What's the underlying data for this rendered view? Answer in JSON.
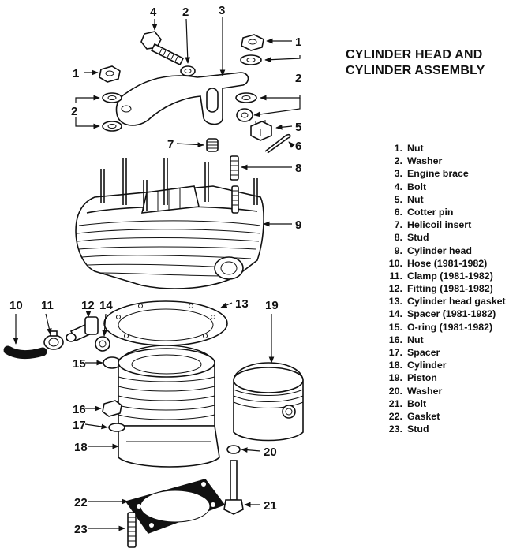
{
  "title": {
    "line1": "CYLINDER HEAD AND",
    "line2": "CYLINDER ASSEMBLY"
  },
  "legend": [
    {
      "num": "1.",
      "label": "Nut"
    },
    {
      "num": "2.",
      "label": "Washer"
    },
    {
      "num": "3.",
      "label": "Engine brace"
    },
    {
      "num": "4.",
      "label": "Bolt"
    },
    {
      "num": "5.",
      "label": "Nut"
    },
    {
      "num": "6.",
      "label": "Cotter pin"
    },
    {
      "num": "7.",
      "label": "Helicoil insert"
    },
    {
      "num": "8.",
      "label": "Stud"
    },
    {
      "num": "9.",
      "label": "Cylinder head"
    },
    {
      "num": "10.",
      "label": "Hose (1981-1982)"
    },
    {
      "num": "11.",
      "label": "Clamp (1981-1982)"
    },
    {
      "num": "12.",
      "label": "Fitting (1981-1982)"
    },
    {
      "num": "13.",
      "label": "Cylinder head gasket"
    },
    {
      "num": "14.",
      "label": "Spacer (1981-1982)"
    },
    {
      "num": "15.",
      "label": "O-ring (1981-1982)"
    },
    {
      "num": "16.",
      "label": "Nut"
    },
    {
      "num": "17.",
      "label": "Spacer"
    },
    {
      "num": "18.",
      "label": "Cylinder"
    },
    {
      "num": "19.",
      "label": "Piston"
    },
    {
      "num": "20.",
      "label": "Washer"
    },
    {
      "num": "21.",
      "label": "Bolt"
    },
    {
      "num": "22.",
      "label": "Gasket"
    },
    {
      "num": "23.",
      "label": "Stud"
    }
  ],
  "callouts": {
    "c1a": "1",
    "c1b": "1",
    "c2a": "2",
    "c2b": "2",
    "c2c": "2",
    "c3": "3",
    "c4": "4",
    "c5": "5",
    "c6": "6",
    "c7": "7",
    "c8": "8",
    "c9": "9",
    "c10": "10",
    "c11": "11",
    "c12": "12",
    "c13": "13",
    "c14": "14",
    "c15": "15",
    "c16": "16",
    "c17": "17",
    "c18": "18",
    "c19": "19",
    "c20": "20",
    "c21": "21",
    "c22": "22",
    "c23": "23"
  }
}
